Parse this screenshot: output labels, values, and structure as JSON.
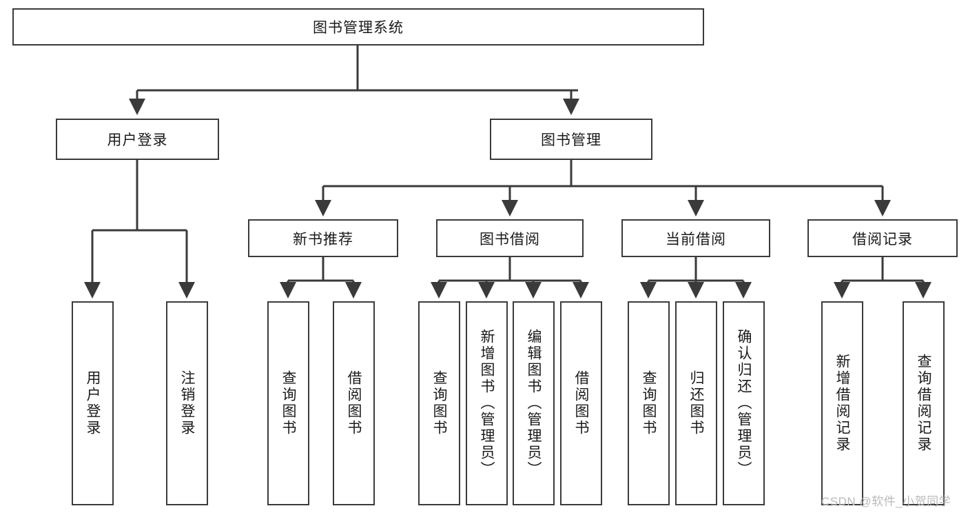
{
  "diagram": {
    "title": "图书管理系统",
    "type": "functional-structure-tree",
    "watermark": "CSDN @软件_小贺同学",
    "colors": {
      "background": "#ffffff",
      "border": "#3a3a3a",
      "text": "#1a1a1a",
      "watermark": "#b9b9b9"
    },
    "root": {
      "id": "root",
      "label": "图书管理系统",
      "orientation": "horizontal"
    },
    "level2": [
      {
        "id": "user-login",
        "label": "用户登录",
        "orientation": "horizontal"
      },
      {
        "id": "book-manage",
        "label": "图书管理",
        "orientation": "horizontal"
      }
    ],
    "level3": [
      {
        "id": "new-book-rec",
        "label": "新书推荐",
        "orientation": "horizontal",
        "parent": "book-manage"
      },
      {
        "id": "book-borrow",
        "label": "图书借阅",
        "orientation": "horizontal",
        "parent": "book-manage"
      },
      {
        "id": "current-borrow",
        "label": "当前借阅",
        "orientation": "horizontal",
        "parent": "book-manage"
      },
      {
        "id": "borrow-record",
        "label": "借阅记录",
        "orientation": "horizontal",
        "parent": "book-manage"
      }
    ],
    "leaves": [
      {
        "id": "leaf-user-login",
        "label": "用户登录",
        "parent": "user-login"
      },
      {
        "id": "leaf-user-logout",
        "label": "注销登录",
        "parent": "user-login"
      },
      {
        "id": "leaf-query-book-1",
        "label": "查询图书",
        "parent": "new-book-rec"
      },
      {
        "id": "leaf-borrow-book-1",
        "label": "借阅图书",
        "parent": "new-book-rec"
      },
      {
        "id": "leaf-query-book-2",
        "label": "查询图书",
        "parent": "book-borrow"
      },
      {
        "id": "leaf-add-book",
        "label": "新增图书（管理员）",
        "parent": "book-borrow"
      },
      {
        "id": "leaf-edit-book",
        "label": "编辑图书（管理员）",
        "parent": "book-borrow"
      },
      {
        "id": "leaf-borrow-book-2",
        "label": "借阅图书",
        "parent": "book-borrow"
      },
      {
        "id": "leaf-query-book-3",
        "label": "查询图书",
        "parent": "current-borrow"
      },
      {
        "id": "leaf-return-book",
        "label": "归还图书",
        "parent": "current-borrow"
      },
      {
        "id": "leaf-confirm-return",
        "label": "确认归还（管理员）",
        "parent": "current-borrow"
      },
      {
        "id": "leaf-add-record",
        "label": "新增借阅记录",
        "parent": "borrow-record"
      },
      {
        "id": "leaf-query-record",
        "label": "查询借阅记录",
        "parent": "borrow-record"
      }
    ]
  }
}
